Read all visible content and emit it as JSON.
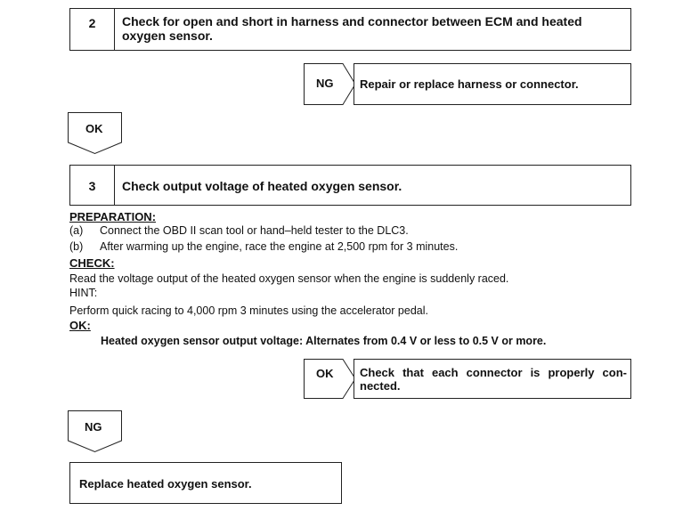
{
  "step2": {
    "number": "2",
    "title": "Check for open and short in harness and connector between ECM and heated oxygen sensor."
  },
  "step2_ng": {
    "label": "NG",
    "action": "Repair or replace harness or connector."
  },
  "ok_tag": {
    "label": "OK"
  },
  "step3": {
    "number": "3",
    "title": "Check output voltage of heated oxygen sensor."
  },
  "preparation": {
    "heading": "PREPARATION:",
    "items": [
      {
        "marker": "(a)",
        "text": "Connect the OBD II scan tool or hand–held tester to the DLC3."
      },
      {
        "marker": "(b)",
        "text": "After warming up the engine, race the engine at 2,500 rpm for 3 minutes."
      }
    ]
  },
  "check": {
    "heading": "CHECK:",
    "text": "Read the voltage output of the heated oxygen sensor when the engine is suddenly raced."
  },
  "hint": {
    "heading": "HINT:",
    "text": "Perform quick racing to 4,000 rpm 3 minutes using the accelerator pedal."
  },
  "ok_spec": {
    "heading": "OK:",
    "text": "Heated oxygen sensor output voltage: Alternates from 0.4 V or less to 0.5 V or more."
  },
  "step3_ok": {
    "label": "OK",
    "action": "Check that each connector is properly con- nected."
  },
  "ng_tag": {
    "label": "NG"
  },
  "final": {
    "action": "Replace heated oxygen sensor."
  }
}
